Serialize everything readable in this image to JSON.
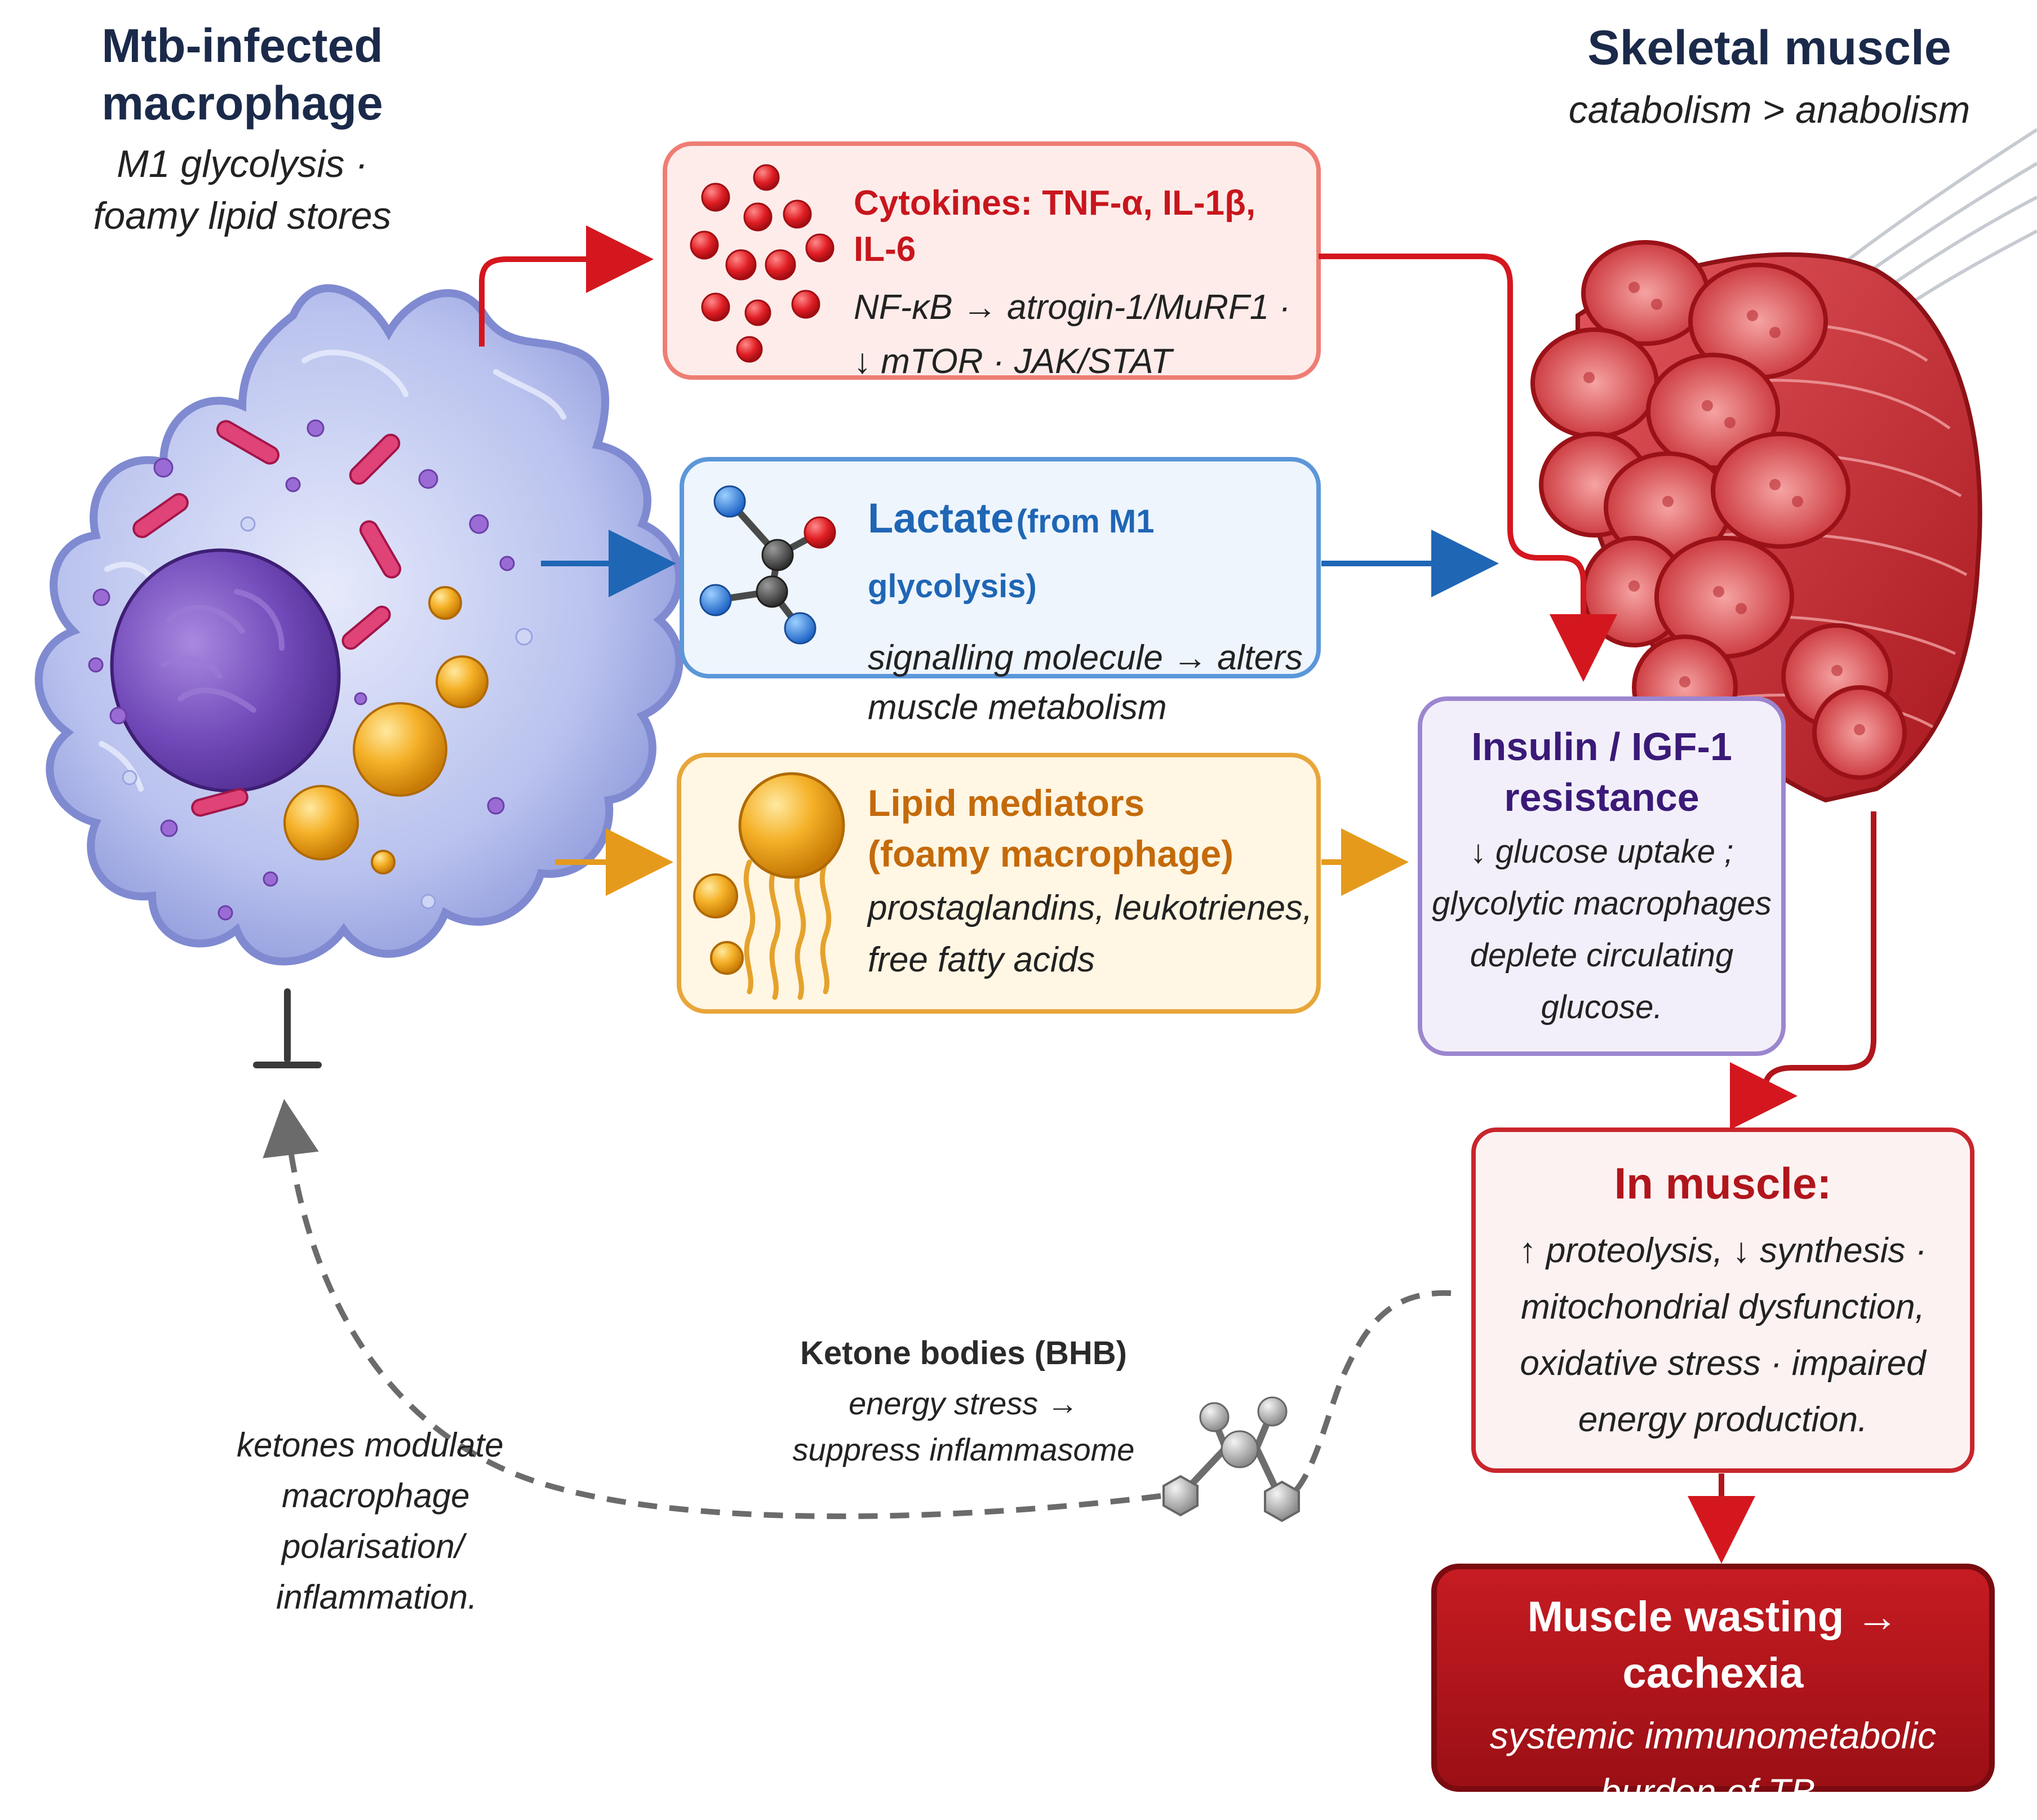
{
  "macrophage": {
    "title_line1": "Mtb-infected",
    "title_line2": "macrophage",
    "subtitle_line1": "M1 glycolysis ·",
    "subtitle_line2": "foamy lipid stores"
  },
  "muscle": {
    "title": "Skeletal muscle",
    "subtitle": "catabolism > anabolism"
  },
  "cytokines": {
    "heading": "Cytokines: TNF-α, IL-1β, IL-6",
    "line1": "NF-κB → atrogin-1/MuRF1 ·",
    "line2": "↓ mTOR · JAK/STAT"
  },
  "lactate": {
    "heading": "Lactate",
    "heading_note": "(from M1 glycolysis)",
    "line1": "signalling molecule → alters",
    "line2": "muscle metabolism"
  },
  "lipids": {
    "heading_line1": "Lipid mediators",
    "heading_line2": "(foamy macrophage)",
    "line1": "prostaglandins, leukotrienes,",
    "line2": "free fatty acids"
  },
  "insulin": {
    "heading_line1": "Insulin / IGF-1",
    "heading_line2": "resistance",
    "line1": "↓ glucose uptake ;",
    "line2": "glycolytic macrophages",
    "line3": "deplete circulating",
    "line4": "glucose."
  },
  "in_muscle": {
    "heading": "In muscle:",
    "line1": "↑ proteolysis, ↓ synthesis ·",
    "line2": "mitochondrial dysfunction,",
    "line3": "oxidative stress · impaired",
    "line4": "energy production."
  },
  "wasting": {
    "heading": "Muscle wasting → cachexia",
    "line1": "systemic immunometabolic",
    "line2": "burden of TB."
  },
  "ketones": {
    "heading": "Ketone bodies (BHB)",
    "line1": "energy stress →",
    "line2": "suppress inflammasome"
  },
  "feedback": {
    "line1": "ketones modulate",
    "line2": "macrophage",
    "line3": "polarisation/",
    "line4": "inflammation."
  },
  "colors": {
    "cytokine_red": "#c8161d",
    "lactate_blue": "#1f66b5",
    "lipid_orange": "#c46a0a",
    "insulin_purple": "#3a1a78",
    "muscle_red": "#b0161c",
    "wasting_fill": "#b3141b",
    "dashed_grey": "#6b6b6b"
  }
}
